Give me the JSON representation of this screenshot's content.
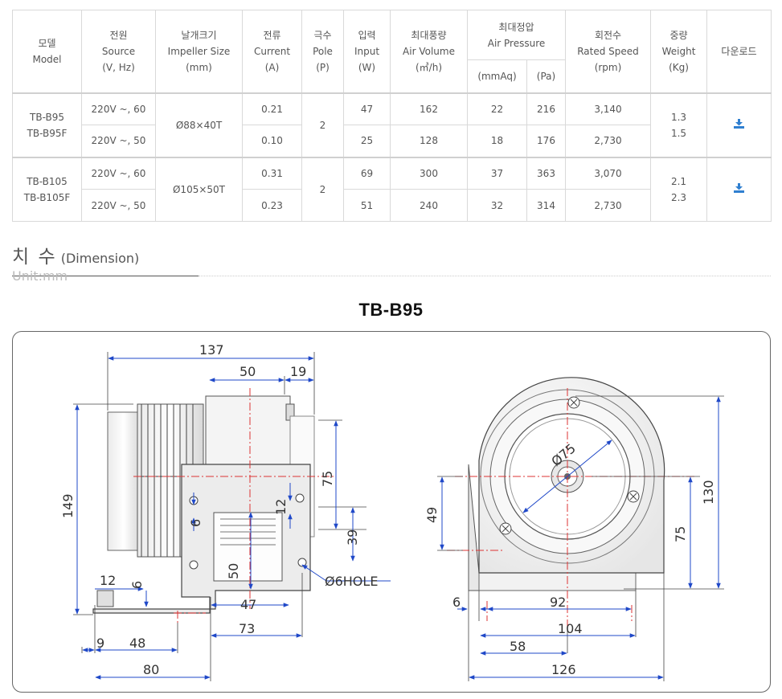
{
  "table": {
    "headers": {
      "model": {
        "ko": "모델",
        "en": "Model"
      },
      "source": {
        "ko": "전원",
        "en": "Source",
        "unit": "(V, Hz)"
      },
      "impeller": {
        "ko": "날개크기",
        "en": "Impeller Size",
        "unit": "(mm)"
      },
      "current": {
        "ko": "전류",
        "en": "Current",
        "unit": "(A)"
      },
      "pole": {
        "ko": "극수",
        "en": "Pole",
        "unit": "(P)"
      },
      "input": {
        "ko": "입력",
        "en": "Input",
        "unit": "(W)"
      },
      "air_volume": {
        "ko": "최대풍량",
        "en": "Air Volume",
        "unit": "(㎥/h)"
      },
      "air_pressure": {
        "ko": "최대정압",
        "en": "Air Pressure",
        "unit_mmaq": "(mmAq)",
        "unit_pa": "(Pa)"
      },
      "speed": {
        "ko": "회전수",
        "en": "Rated Speed",
        "unit": "(rpm)"
      },
      "weight": {
        "ko": "중량",
        "en": "Weight",
        "unit": "(Kg)"
      },
      "download": "다운로드"
    },
    "groups": [
      {
        "model_a": "TB-B95",
        "model_b": "TB-B95F",
        "impeller": "Ø88×40T",
        "pole": "2",
        "weight_a": "1.3",
        "weight_b": "1.5",
        "rows": [
          {
            "source": "220V ~, 60",
            "current": "0.21",
            "input": "47",
            "air_volume": "162",
            "mmaq": "22",
            "pa": "216",
            "rpm": "3,140"
          },
          {
            "source": "220V ~, 50",
            "current": "0.10",
            "input": "25",
            "air_volume": "128",
            "mmaq": "18",
            "pa": "176",
            "rpm": "2,730"
          }
        ]
      },
      {
        "model_a": "TB-B105",
        "model_b": "TB-B105F",
        "impeller": "Ø105×50T",
        "pole": "2",
        "weight_a": "2.1",
        "weight_b": "2.3",
        "rows": [
          {
            "source": "220V ~, 60",
            "current": "0.31",
            "input": "69",
            "air_volume": "300",
            "mmaq": "37",
            "pa": "363",
            "rpm": "3,070"
          },
          {
            "source": "220V ~, 50",
            "current": "0.23",
            "input": "51",
            "air_volume": "240",
            "mmaq": "32",
            "pa": "314",
            "rpm": "2,730"
          }
        ]
      }
    ],
    "download_icon": "download-icon",
    "accent_color": "#2f7fd0"
  },
  "dimension": {
    "title_ko": "치 수",
    "title_en": "(Dimension)",
    "unit": "Unit:mm"
  },
  "drawing": {
    "title": "TB-B95",
    "side_view": {
      "d_137": "137",
      "d_50_top": "50",
      "d_19": "19",
      "d_149": "149",
      "d_75": "75",
      "d_12_mid": "12",
      "d_6_left": "6",
      "d_39": "39",
      "d_50_mid": "50",
      "hole": "Ø6HOLE",
      "d_12_bottom": "12",
      "d_6_bottom": "6",
      "d_47": "47",
      "d_73": "73",
      "d_9": "9",
      "d_48": "48",
      "d_80": "80"
    },
    "front_view": {
      "d_phi75": "Ø75",
      "d_49": "49",
      "d_130": "130",
      "d_75": "75",
      "d_6": "6",
      "d_92": "92",
      "d_104": "104",
      "d_58": "58",
      "d_126": "126"
    }
  }
}
